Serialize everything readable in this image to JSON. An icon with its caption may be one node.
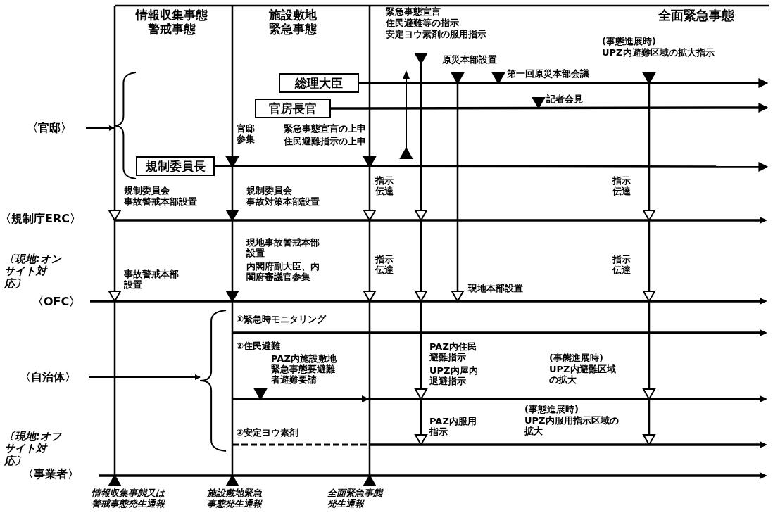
{
  "diagram": {
    "nodes": [
      {
        "text": [
          "〈官邸〉"
        ]
      },
      {
        "text": [
          "総理大臣"
        ]
      },
      {
        "text": [
          "官房長官"
        ]
      },
      {
        "text": [
          "規制委員長"
        ]
      },
      {
        "text": [
          "〈自治体〉"
        ]
      },
      {
        "text": [],
        "shape": "brace"
      },
      {
        "text": [],
        "shape": "brace"
      }
    ],
    "edges": [
      {
        "from": 0,
        "to": 5,
        "arrow": "to"
      },
      {
        "from": 1,
        "to": null,
        "arrow": "to"
      },
      {
        "from": 2,
        "to": null,
        "arrow": "to"
      },
      {
        "from": 3,
        "to": null,
        "arrow": "to"
      },
      {
        "from": 4,
        "to": 6,
        "arrow": "to"
      }
    ],
    "labels": [
      "情報収集事態警戒事態",
      "施設敷地緊急事態",
      "緊急事態宣言",
      "全面緊急事態",
      "住民避難等の指示",
      "安定ヨウ素剤の服用指示",
      "原災本部設置",
      "第一回原災本部会議",
      "(事態進展時)",
      "UPZ内避難区域の拡大指示",
      "記者会見",
      "官邸参集",
      "緊急事態宣言の上申",
      "住民避難指示の上申",
      "〈規制庁ERC〉",
      "規制委員会",
      "事故警戒本部設置",
      "規制委員会",
      "事故対策本部設置",
      "指示伝達",
      "指示伝達",
      "〔現地:オンサイト対応〕",
      "事故警戒本部設置",
      "現地事故警戒本部設置",
      "内閣府副大臣、内閣府審議官参集",
      "〈OFC〉",
      "指示伝達",
      "指示伝達",
      "現地本部設置",
      "①緊急時モニタリング",
      "②住民避難",
      "PAZ内施設敷地緊急事態要避難者避難要請",
      "PAZ内住民避難指示",
      "UPZ内屋内退避指示",
      "(事態進展時)",
      "UPZ内避難区域の拡大",
      "③安定ヨウ素剤",
      "PAZ内服用指示",
      "(事態進展時)",
      "UPZ内服用指示区域の拡大",
      "〔現地:オフサイト対応〕",
      "〈事業者〉",
      "情報収集事態又は警戒事態発生通報",
      "施設敷地緊急事態発生通報",
      "全面緊急事態発生通報"
    ]
  }
}
